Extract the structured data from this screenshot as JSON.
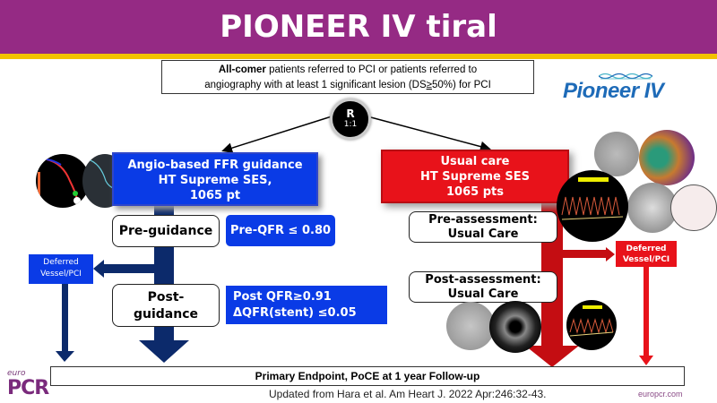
{
  "title": "PIONEER IV tiral",
  "population": {
    "bold": "All-comer",
    "line1_rest": " patients referred to PCI or patients referred to",
    "line2_pre": "angiography with at least 1 significant lesion (DS",
    "line2_ge": "≥",
    "line2_post": "50%) for PCI"
  },
  "logo": {
    "text": "Pioneer IV"
  },
  "randomization": {
    "label": "R",
    "ratio": "1:1"
  },
  "left_arm": {
    "header": [
      "Angio-based FFR guidance",
      "HT Supreme SES,",
      "1065 pt"
    ],
    "pre_step": "Pre-guidance",
    "pre_criterion": "Pre-QFR ≤ 0.80",
    "post_step": [
      "Post-",
      "guidance"
    ],
    "post_criteria": [
      "Post QFR≥0.91",
      "ΔQFR(stent) ≤0.05"
    ],
    "deferred": [
      "Deferred",
      "Vessel/PCI"
    ]
  },
  "right_arm": {
    "header": [
      "Usual care",
      "HT Supreme SES",
      "1065 pts"
    ],
    "pre_step": [
      "Pre-assessment:",
      "Usual Care"
    ],
    "post_step": [
      "Post-assessment:",
      "Usual Care"
    ],
    "deferred": [
      "Deferred",
      "Vessel/PCI"
    ]
  },
  "endpoint": "Primary Endpoint, PoCE at 1 year Follow-up",
  "citation": "Updated from Hara et al. Am Heart J. 2022 Apr:246:32-43.",
  "footer": {
    "brand_small": "euro",
    "brand_large": "PCR",
    "url": "europcr.com"
  },
  "colors": {
    "title_bg": "#952a84",
    "accent_bar": "#f2c200",
    "blue_arm": "#0a3be6",
    "navy_arrow": "#0c2a6b",
    "red_arm": "#e8121a",
    "dark_red_arrow": "#c40d12",
    "logo_blue": "#1e6bb8"
  }
}
